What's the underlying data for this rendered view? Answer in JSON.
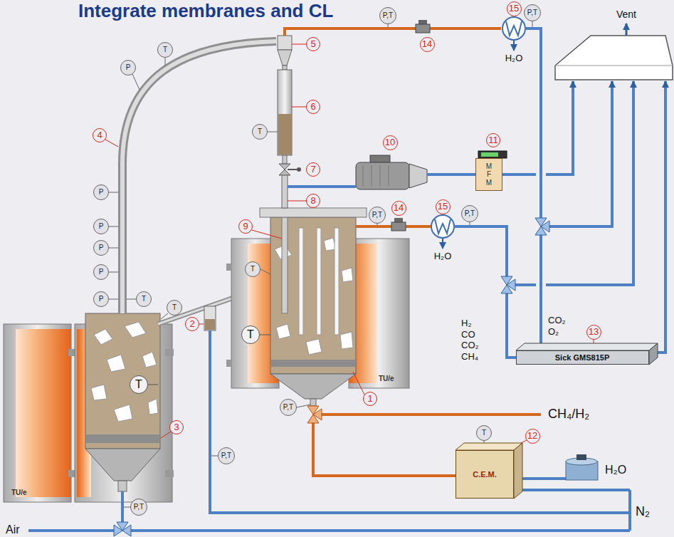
{
  "diagram": {
    "title": "Integrate membranes and CL",
    "nodes": [
      {
        "text": [
          "15"
        ]
      },
      {
        "text": [
          "P,T"
        ]
      },
      {
        "text": [
          "P,T"
        ]
      },
      {
        "text": [
          "14"
        ]
      },
      {
        "text": [
          "5"
        ]
      },
      {
        "text": [
          "P"
        ]
      },
      {
        "text": [
          "T"
        ]
      },
      {
        "text": [
          "4"
        ]
      },
      {
        "text": [
          "6"
        ]
      },
      {
        "text": [
          "T"
        ]
      },
      {
        "text": [
          "11"
        ]
      },
      {
        "text": [
          "10"
        ]
      },
      {
        "text": [
          "M F M"
        ]
      },
      {
        "text": [
          "7"
        ]
      },
      {
        "text": [
          "P"
        ]
      },
      {
        "text": [
          "8"
        ]
      },
      {
        "text": [
          "14"
        ]
      },
      {
        "text": [
          "15"
        ]
      },
      {
        "text": [
          "9"
        ]
      },
      {
        "text": [
          "P,T"
        ]
      },
      {
        "text": [
          "P,T"
        ]
      },
      {
        "text": [
          "P"
        ]
      },
      {
        "text": [
          "P"
        ]
      },
      {
        "text": [
          "T"
        ]
      },
      {
        "text": [
          "P"
        ]
      },
      {
        "text": [
          "P"
        ]
      },
      {
        "text": [
          "T"
        ]
      },
      {
        "text": [
          "T"
        ]
      },
      {
        "text": [
          "2"
        ]
      },
      {
        "text": [
          "13"
        ]
      },
      {
        "text": [
          "Sick GMS815P"
        ]
      },
      {
        "text": [
          "T"
        ]
      },
      {
        "text": [
          "T"
        ]
      },
      {
        "text": [
          "1"
        ]
      },
      {
        "text": [
          "P,T"
        ]
      },
      {
        "text": [
          "3"
        ]
      },
      {
        "text": [
          "T"
        ]
      },
      {
        "text": [
          "12"
        ]
      },
      {
        "text": [
          "C.E.M."
        ]
      },
      {
        "text": [
          "P,T"
        ]
      },
      {
        "text": [
          "P,T"
        ]
      }
    ],
    "labels": [
      "Vent",
      "H₂O",
      "H₂O",
      "H₂ CO CO₂ CH₄",
      "CO₂ O₂",
      "CH₄/H₂",
      "H₂O",
      "N₂",
      "Air",
      "TU/e",
      "TU/e"
    ]
  }
}
